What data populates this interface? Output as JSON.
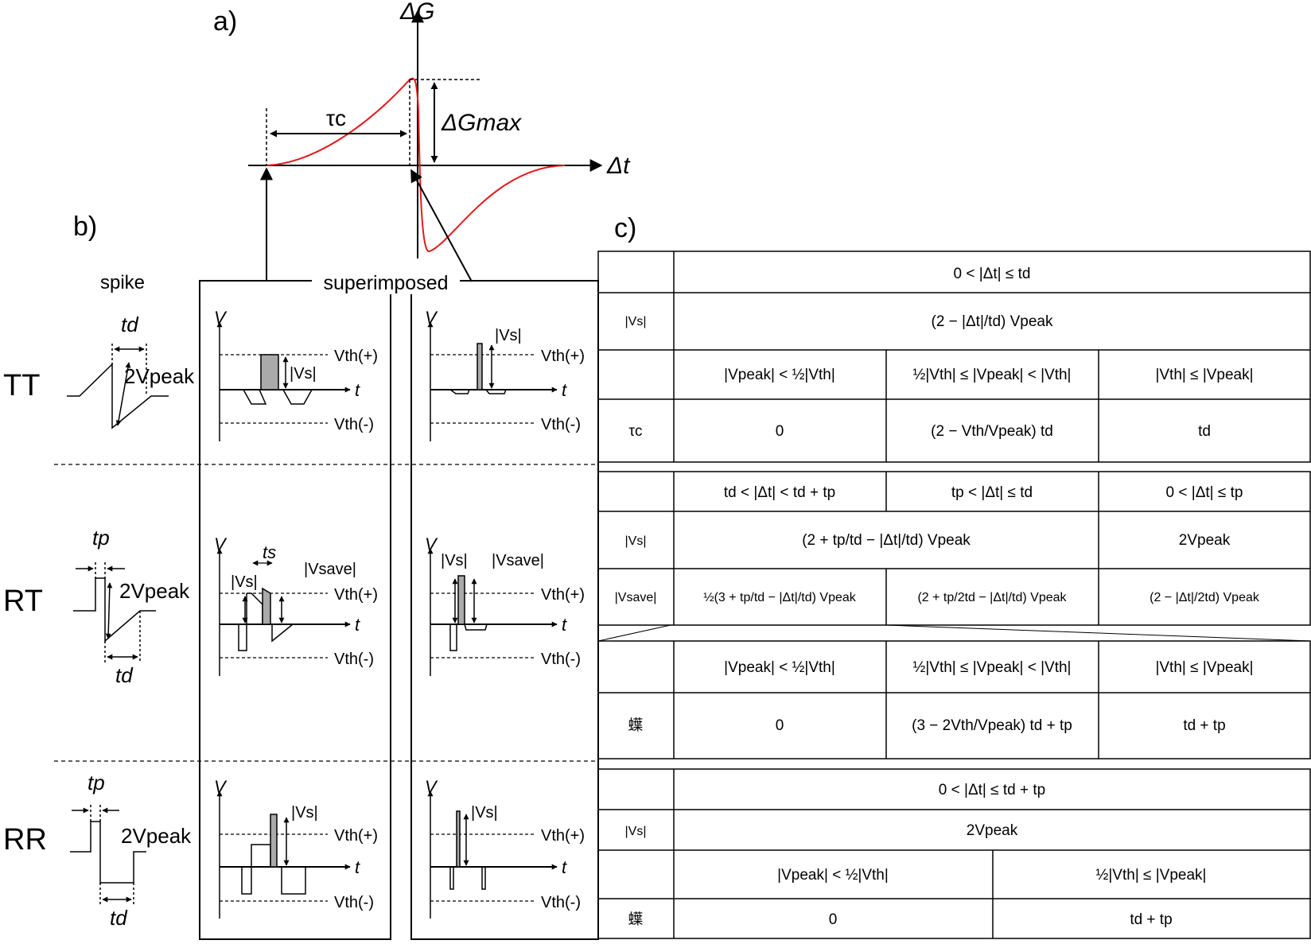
{
  "panel_labels": {
    "a": "a)",
    "b": "b)",
    "c": "c)"
  },
  "panel_a": {
    "y_axis": "ΔG",
    "x_axis": "Δt",
    "tau_c": "τc",
    "dg_max": "ΔGmax",
    "curve_color": "#e31a1c"
  },
  "panel_b": {
    "spike_header": "spike",
    "superimposed_header": "superimposed",
    "rows": [
      "TT",
      "RT",
      "RR"
    ],
    "t_d": "td",
    "t_p": "tp",
    "t_s": "ts",
    "two_v_peak": "2Vpeak",
    "v_axis": "V",
    "t_axis": "t",
    "vth_plus": "Vth(+)",
    "vth_minus": "Vth(-)",
    "vs": "|Vs|",
    "vs_ave": "|Vsave|",
    "shade_color": "#aaaaaa"
  },
  "panel_c": {
    "tt": {
      "header": "0 < |Δt| ≤ td",
      "vs_label": "|Vs|",
      "vs_expr": "(2 − |Δt|/td) Vpeak",
      "conditions": [
        "|Vpeak| < ½|Vth|",
        "½|Vth| ≤ |Vpeak| < |Vth|",
        "|Vth| ≤ |Vpeak|"
      ],
      "tau_label": "τc",
      "tau_values": [
        "0",
        "(2 − Vth/Vpeak) td",
        "td"
      ]
    },
    "rt": {
      "headers": [
        "td < |Δt| < td + tp",
        "tp < |Δt| ≤ td",
        "0 < |Δt| ≤ tp"
      ],
      "vs_label": "|Vs|",
      "vs_exprs": [
        "(2 + tp/td − |Δt|/td) Vpeak",
        "2Vpeak"
      ],
      "vsave_label": "|Vsave|",
      "vsave_exprs": [
        "½(3 + tp/td − |Δt|/td) Vpeak",
        "(2 + tp/2td − |Δt|/td) Vpeak",
        "(2 − |Δt|/2td) Vpeak"
      ],
      "conditions": [
        "|Vpeak| < ½|Vth|",
        "½|Vth| ≤ |Vpeak| < |Vth|",
        "|Vth| ≤ |Vpeak|"
      ],
      "tau_label": "蠂",
      "tau_values": [
        "0",
        "(3 − 2Vth/Vpeak) td + tp",
        "td + tp"
      ]
    },
    "rr": {
      "header": "0 < |Δt| ≤ td + tp",
      "vs_label": "|Vs|",
      "vs_expr": "2Vpeak",
      "conditions": [
        "|Vpeak| < ½|Vth|",
        "½|Vth| ≤ |Vpeak|"
      ],
      "tau_label": "蠂",
      "tau_values": [
        "0",
        "td + tp"
      ]
    }
  }
}
